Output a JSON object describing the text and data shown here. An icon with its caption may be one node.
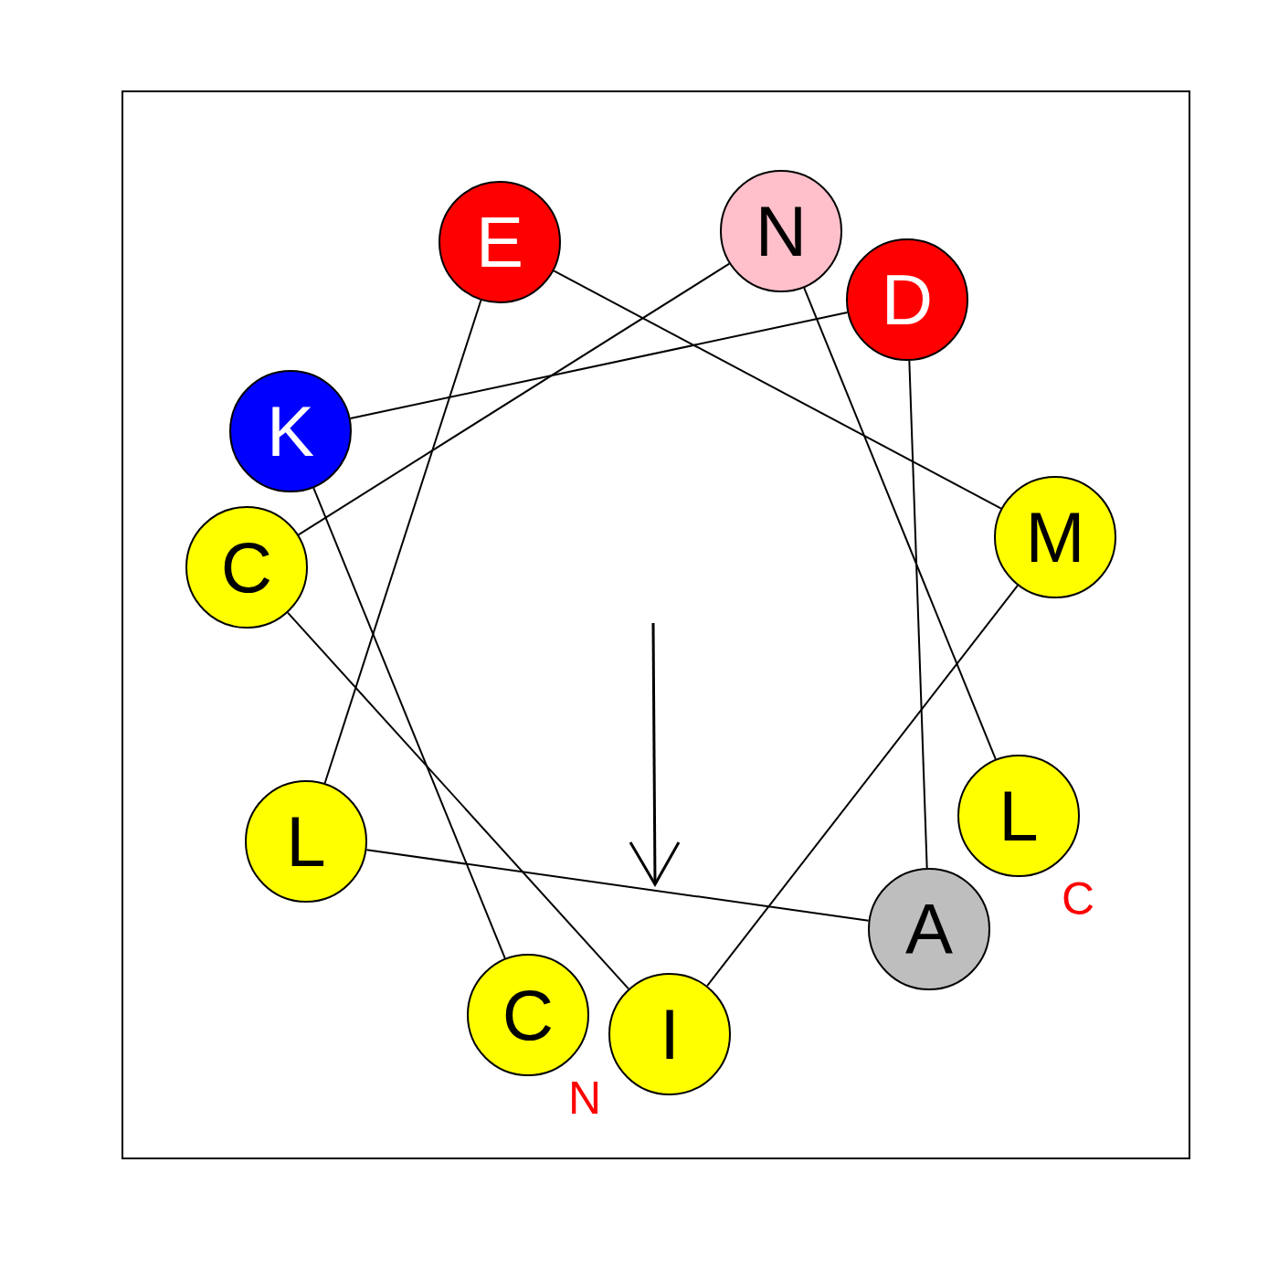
{
  "diagram": {
    "nodes": [
      {
        "text": [
          "C"
        ],
        "beside": [
          "N"
        ]
      },
      {
        "text": [
          "K"
        ]
      },
      {
        "text": [
          "D"
        ]
      },
      {
        "text": [
          "A"
        ]
      },
      {
        "text": [
          "L"
        ]
      },
      {
        "text": [
          "E"
        ]
      },
      {
        "text": [
          "M"
        ]
      },
      {
        "text": [
          "I"
        ]
      },
      {
        "text": [
          "C"
        ]
      },
      {
        "text": [
          "N"
        ]
      },
      {
        "text": [
          "L"
        ],
        "beside": [
          "C"
        ]
      }
    ],
    "edges": [
      {
        "from": 0,
        "to": 1,
        "arrow": "none"
      },
      {
        "from": 1,
        "to": 2,
        "arrow": "none"
      },
      {
        "from": 2,
        "to": 3,
        "arrow": "none"
      },
      {
        "from": 3,
        "to": 4,
        "arrow": "none"
      },
      {
        "from": 4,
        "to": 5,
        "arrow": "none"
      },
      {
        "from": 5,
        "to": 6,
        "arrow": "none"
      },
      {
        "from": 6,
        "to": 7,
        "arrow": "none"
      },
      {
        "from": 7,
        "to": 8,
        "arrow": "none"
      },
      {
        "from": 8,
        "to": 9,
        "arrow": "none"
      },
      {
        "from": 9,
        "to": 10,
        "arrow": "none"
      }
    ]
  }
}
